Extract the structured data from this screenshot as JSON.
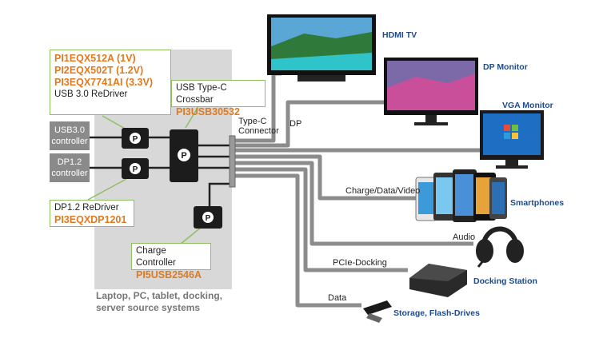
{
  "redriver_usb": {
    "parts": [
      "PI1EQX512A (1V)",
      "PI2EQX502T (1.2V)",
      "PI3EQX7741AI (3.3V)"
    ],
    "title": "USB 3.0 ReDriver"
  },
  "crossbar": {
    "title": "USB Type-C Crossbar",
    "part": "PI3USB30532"
  },
  "redriver_dp": {
    "title": "DP1.2 ReDriver",
    "part": "PI3EQXDP1201"
  },
  "charge": {
    "title": "Charge Controller",
    "part": "PI5USB2546A"
  },
  "controllers": {
    "usb": [
      "USB3.0",
      "controller"
    ],
    "dp": [
      "DP1.2",
      "controller"
    ]
  },
  "connector": [
    "Type-C",
    "Connector"
  ],
  "link_labels": {
    "dp": "DP",
    "charge": "Charge/Data/Video",
    "audio": "Audio",
    "pcie": "PCIe-Docking",
    "data": "Data"
  },
  "devices": {
    "hdmi": "HDMI TV",
    "dp_monitor": "DP Monitor",
    "vga": "VGA Monitor",
    "phones": "Smartphones",
    "dock": "Docking Station",
    "storage": "Storage, Flash-Drives"
  },
  "system_caption": [
    "Laptop, PC, tablet, docking,",
    "server source systems"
  ],
  "colors": {
    "panel": "#d8d8d8",
    "trace": "#8c8c8c",
    "bus": "#222222",
    "callout_border": "#8fbf62",
    "part_text": "#e07a1f",
    "device_text": "#1f4a8a"
  }
}
